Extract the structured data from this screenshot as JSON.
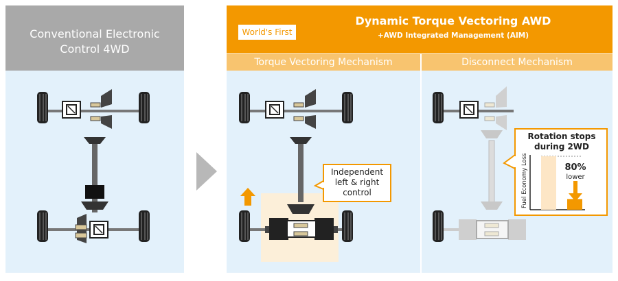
{
  "left_panel": {
    "title_line1": "Conventional Electronic",
    "title_line2": "Control 4WD"
  },
  "right_panel": {
    "badge": "World's First",
    "title": "Dynamic Torque Vectoring AWD",
    "subtitle": "+AWD Integrated Management (AIM)",
    "section_a": "Torque Vectoring Mechanism",
    "section_b": "Disconnect Mechanism"
  },
  "callout_independent": {
    "line1": "Independent",
    "line2": "left & right",
    "line3": "control"
  },
  "callout_rotation": {
    "line1": "Rotation stops",
    "line2": "during 2WD",
    "axis_label": "Fuel Economy Loss",
    "percent": "80%",
    "percent_label": "lower"
  },
  "chart_data": {
    "type": "bar",
    "categories": [
      "",
      ""
    ],
    "values": [
      100,
      20
    ],
    "ylabel": "Fuel Economy Loss",
    "annotations": [
      "80%",
      "lower"
    ]
  },
  "colors": {
    "accent_orange": "#f39800",
    "light_orange": "#f8c46f",
    "gray_header": "#a9a9a9",
    "panel_blue": "#e3f1fb",
    "highlight_cream": "#fcefd9"
  }
}
